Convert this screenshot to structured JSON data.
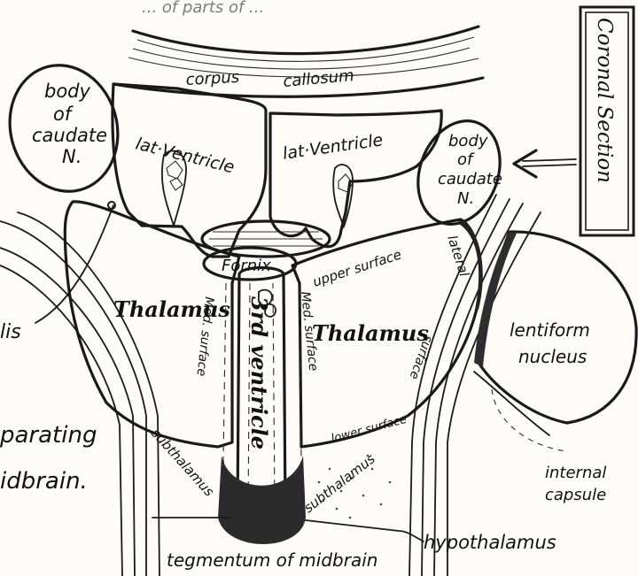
{
  "header_fragment": "... of parts of ... ",
  "labels": {
    "corpus": "corpus",
    "callosum": "callosum",
    "lat_ventricle_left": "lat·Ventricle",
    "lat_ventricle_right": "lat·Ventricle",
    "body_caudate_left": [
      "body",
      "of",
      "caudate",
      "N."
    ],
    "body_caudate_right": [
      "body",
      "of",
      "caudate",
      "N."
    ],
    "coronal_section": "Coronal Section",
    "fornix": "Fornix",
    "upper_surface": "upper surface",
    "lateral": "lateral",
    "thalamus_left": "Thalamus",
    "thalamus_right": "Thalamus",
    "med_surface_left": "Med. surface",
    "med_surface_right": "Med. surface",
    "third_ventricle": "3rd ventricle",
    "lentiform": [
      "lentiform",
      "nucleus"
    ],
    "surface": "surface",
    "lower_surface": "lower surface",
    "subthalamus_left": "subthalamus",
    "subthalamus_right": "subthalamus",
    "internal_capsule": [
      "internal",
      "capsule"
    ],
    "hypothalamus": "hypothalamus",
    "tegmentum": "tegmentum of midbrain",
    "lis_fragment": "lis",
    "separating_fragment": "parating",
    "midbrain_fragment": "idbrain."
  }
}
